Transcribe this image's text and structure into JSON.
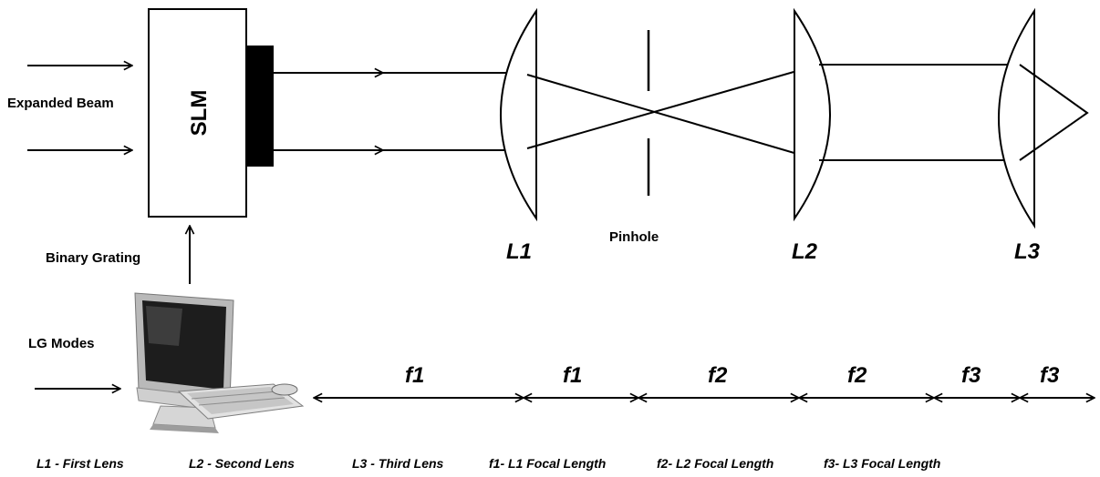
{
  "labels": {
    "expanded_beam": "Expanded Beam",
    "slm": "SLM",
    "binary_grating": "Binary Grating",
    "lg_modes": "LG Modes",
    "pinhole": "Pinhole",
    "lens1": "L1",
    "lens2": "L2",
    "lens3": "L3"
  },
  "dimensions": [
    {
      "label": "f1"
    },
    {
      "label": "f1"
    },
    {
      "label": "f2"
    },
    {
      "label": "f2"
    },
    {
      "label": "f3"
    },
    {
      "label": "f3"
    }
  ],
  "legend": [
    "L1 - First Lens",
    "L2 - Second Lens",
    "L3 - Third Lens",
    "f1- L1 Focal Length",
    "f2- L2 Focal Length",
    "f3- L3 Focal Length"
  ]
}
